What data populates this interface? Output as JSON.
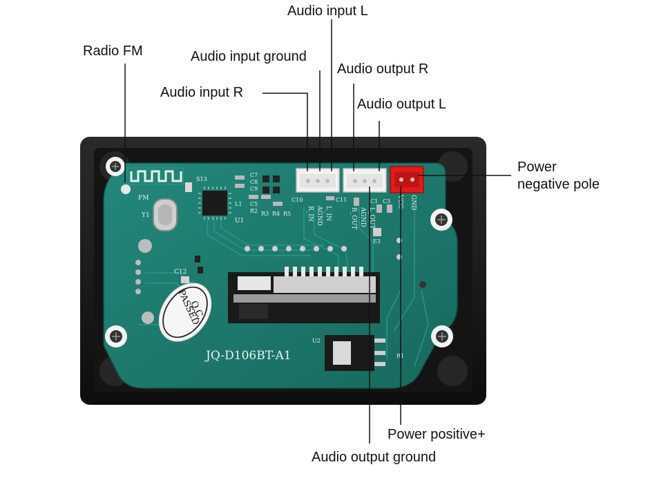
{
  "labels": {
    "audio_input_l": "Audio input L",
    "radio_fm": "Radio FM",
    "audio_input_ground": "Audio input ground",
    "audio_output_r": "Audio output R",
    "audio_input_r": "Audio input R",
    "audio_output_l": "Audio output L",
    "power_negative_line1": "Power",
    "power_negative_line2": "negative pole",
    "power_positive": "Power positive+",
    "audio_output_ground": "Audio output ground"
  },
  "board": {
    "model": "JQ-D106BT-A1",
    "qc_line1": "Q.C.",
    "qc_line2": "PASSED",
    "fm_mark": "FM",
    "pin_labels": [
      "R_IN",
      "AGND",
      "L_IN",
      "R_OUT",
      "AGND",
      "L_OUT",
      "VCC",
      "GND"
    ],
    "component_marks": [
      "C10",
      "C11",
      "C1",
      "C3",
      "C7",
      "C8",
      "C9",
      "C5",
      "R2",
      "R3",
      "R4",
      "R5",
      "U1",
      "S13",
      "Y1",
      "C12",
      "U2",
      "R1",
      "E3",
      "L1"
    ]
  },
  "colors": {
    "pcb": "#1f7a6c",
    "pcb_dark": "#155e54",
    "frame": "#1a1a1a",
    "connector_white": "#f2f2f2",
    "connector_red": "#e01b1b",
    "leader": "#111111"
  }
}
